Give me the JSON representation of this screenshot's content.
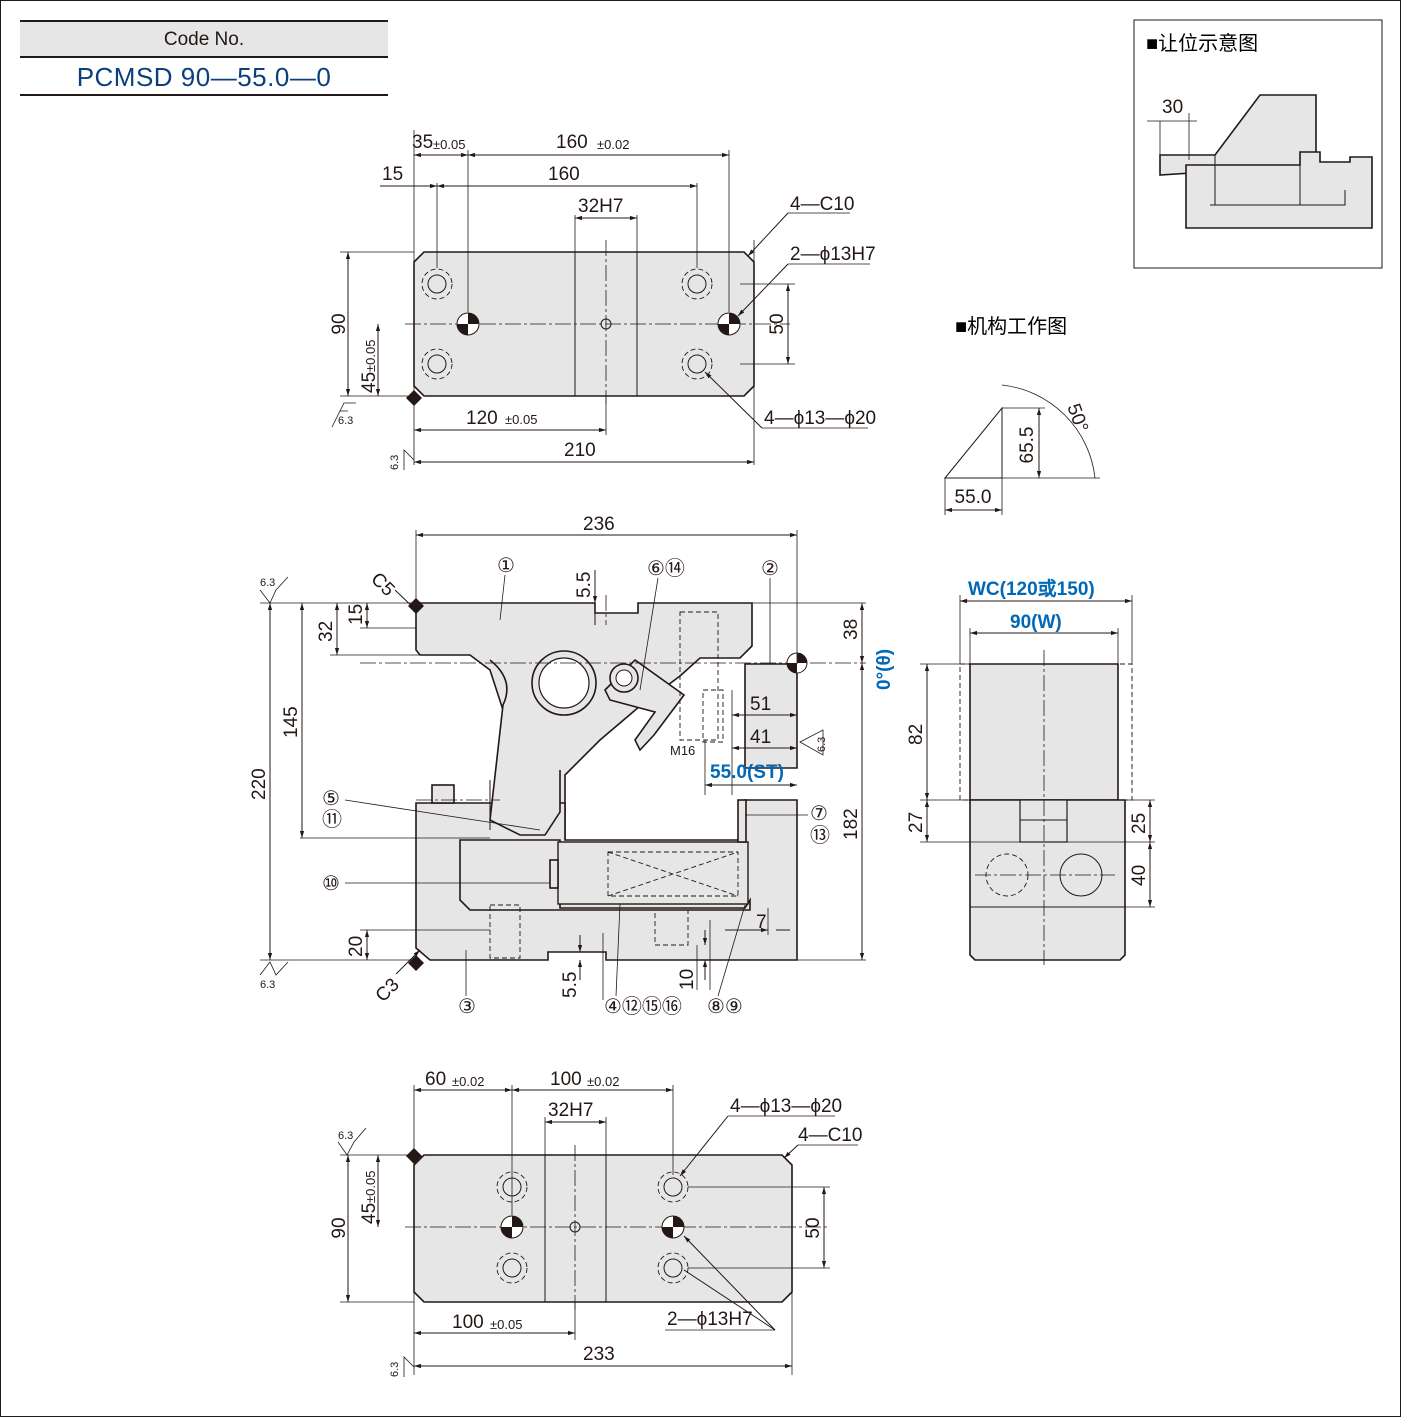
{
  "code_box": {
    "header": "Code No.",
    "value": "PCMSD 90—55.0—0"
  },
  "clearance_diagram": {
    "title": "■让位示意图",
    "dim": "30"
  },
  "mechanism_diagram": {
    "title": "■机构工作图",
    "height": "65.5",
    "base": "55.0",
    "angle": "50°"
  },
  "top_view": {
    "dims": {
      "d35": "35",
      "d35_tol": "±0.05",
      "d160t": "160",
      "d160t_tol": "±0.02",
      "d15": "15",
      "d160": "160",
      "d32h7": "32H7",
      "d90": "90",
      "d45": "45",
      "d45_tol": "±0.05",
      "d120": "120",
      "d120_tol": "±0.05",
      "d210": "210",
      "d50": "50",
      "c10": "4—C10",
      "phi13h7": "2—ϕ13H7",
      "phi13_20": "4—ϕ13—ϕ20",
      "rough": "6.3"
    }
  },
  "front_view": {
    "dims": {
      "d236": "236",
      "d5_5a": "5.5",
      "c5": "C5",
      "d15": "15",
      "d32": "32",
      "d145": "145",
      "d220": "220",
      "d38": "38",
      "theta": "0°(θ)",
      "d51": "51",
      "d41": "41",
      "m16": "M16",
      "st": "55.0(ST)",
      "d182": "182",
      "d7": "7",
      "d20": "20",
      "c3": "C3",
      "d5_5b": "5.5",
      "d10": "10",
      "rough": "6.3"
    },
    "balloons": [
      "①",
      "②",
      "③",
      "④⑫⑮⑯",
      "⑤",
      "⑪",
      "⑥⑭",
      "⑦",
      "⑬",
      "⑧⑨",
      "⑩"
    ]
  },
  "side_view": {
    "dims": {
      "wc": "WC(120或150)",
      "w": "90(W)",
      "d82": "82",
      "d27": "27",
      "d25": "25",
      "d40": "40"
    }
  },
  "bottom_view": {
    "dims": {
      "d60": "60",
      "d60_tol": "±0.02",
      "d100t": "100",
      "d100t_tol": "±0.02",
      "d32h7": "32H7",
      "phi13_20": "4—ϕ13—ϕ20",
      "c10": "4—C10",
      "d90": "90",
      "d45": "45",
      "d45_tol": "±0.05",
      "d50": "50",
      "d100": "100",
      "d100_tol": "±0.05",
      "phi13h7": "2—ϕ13H7",
      "d233": "233",
      "rough": "6.3"
    }
  }
}
